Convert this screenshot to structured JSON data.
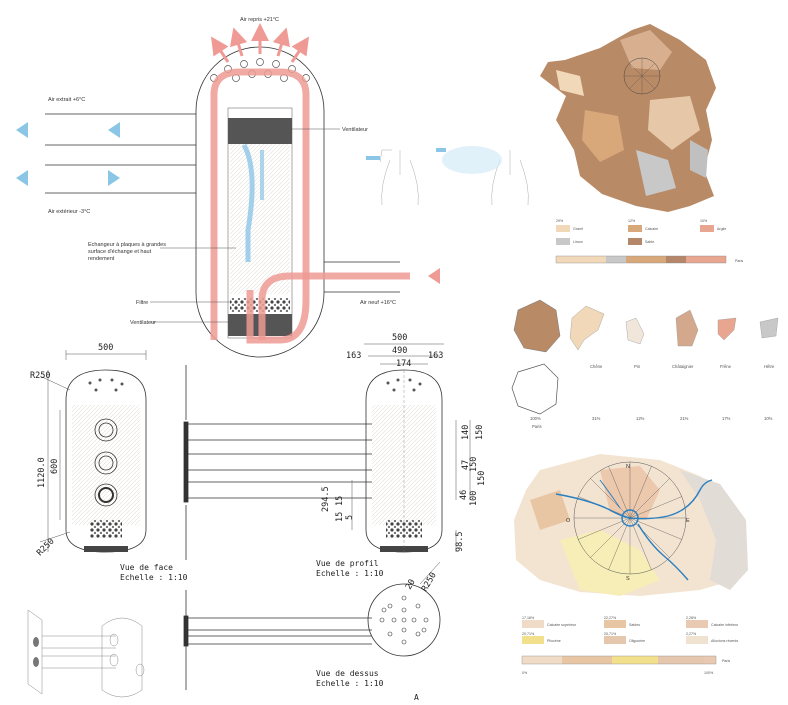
{
  "ventilation_diagram": {
    "air_repris": "Air repris +21°C",
    "air_extrait": "Air extrait +6°C",
    "air_exterieur": "Air extérieur -3°C",
    "air_neuf": "Air neuf +16°C",
    "ventilateur_top": "Ventilateur",
    "echangeur": [
      "Echangeur à plaques à grandes",
      "surface d'échange et haut",
      "rendement"
    ],
    "filtre": "Filtre",
    "ventilateur_bottom": "Ventilateur"
  },
  "drawings": {
    "front": {
      "w_500": "500",
      "r_top": "R250",
      "h_1120": "1120.0",
      "h_600": "600",
      "r_bottom": "R250",
      "caption_view": "Vue de face",
      "caption_scale": "Echelle  :   1:10"
    },
    "profile": {
      "w_500": "500",
      "w_490": "490",
      "left_163": "163",
      "mid_174": "174",
      "right_163": "163",
      "v_140": "140",
      "v_150a": "150",
      "v_47": "47",
      "v_150b": "150",
      "v_150c": "150",
      "v_46": "46",
      "v_100": "100",
      "v_294": "294.5",
      "v_15a": "15",
      "v_15b": "15",
      "v_5": "5",
      "v_98": "98.5",
      "caption_view": "Vue de profil",
      "caption_scale": "Echelle  :   1:10"
    },
    "top": {
      "d_20": "20",
      "r_250": "R250",
      "caption_view": "Vue de dessus",
      "caption_scale": "Echelle  :   1:10"
    },
    "sheet_letter": "A"
  },
  "france_legend": [
    {
      "pct": "29%",
      "name": "Granit",
      "color": "#f0d8b8"
    },
    {
      "pct": "12%",
      "name": "Calcaire",
      "color": "#d9a87a"
    },
    {
      "pct": "10%",
      "name": "Argile",
      "color": "#e8a58f"
    },
    {
      "pct": "",
      "name": "Limon",
      "color": "#c8c8c8"
    },
    {
      "pct": "",
      "name": "Sable",
      "color": "#b5876a"
    }
  ],
  "axis_end": "Paris",
  "shapes_row": {
    "names": [
      "Chêne",
      "Pin",
      "Châtaignier",
      "Frêne",
      "Hêtre"
    ],
    "first_label": "Paris",
    "percents": [
      "100%",
      "31%",
      "12%",
      "21%",
      "17%",
      "10%"
    ]
  },
  "paris_map": {
    "north": "N",
    "south": "S",
    "east": "E",
    "west": "O"
  },
  "paris_legend": [
    {
      "pct": "17,18%",
      "name": "Calcaire supérieur",
      "color": "#f0dcc6"
    },
    {
      "pct": "22,27%",
      "name": "Sables",
      "color": "#e8c6a4"
    },
    {
      "pct": "2,28%",
      "name": "Calcaire inférieur",
      "color": "#e9c9b2"
    },
    {
      "pct": "20,71%",
      "name": "Pliocène",
      "color": "#f3e08c"
    },
    {
      "pct": "20,71%",
      "name": "Oligocène",
      "color": "#e5c7ad"
    },
    {
      "pct": "2,27%",
      "name": "Alluvions récents",
      "color": "#efe2d0"
    }
  ],
  "paris_axis": {
    "start": "0%",
    "end": "100%",
    "right": "Paris"
  }
}
